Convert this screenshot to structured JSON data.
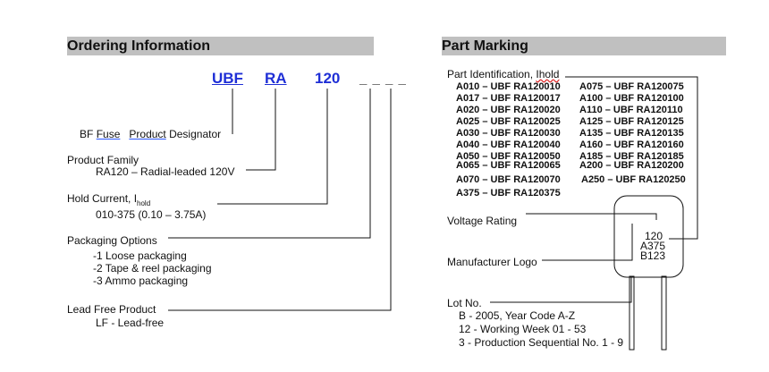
{
  "ordering": {
    "heading": "Ordering Information",
    "code_ubf": "UBF",
    "code_ra": "RA",
    "code_120": "120",
    "code_dashes": "_ _ _ _",
    "bf_fuse": "BF",
    "bf_fuse_word": "Fuse",
    "bf_product": "Product",
    "bf_designator": "Designator",
    "product_family_label": "Product Family",
    "product_family_value": "RA120 – Radial-leaded 120V",
    "hold_current_label": "Hold Current, I",
    "hold_current_sub": "hold",
    "hold_current_value": "010-375 (0.10 – 3.75A)",
    "packaging_label": "Packaging Options",
    "packaging_options": [
      "-1 Loose packaging",
      "-2 Tape & reel packaging",
      "-3 Ammo packaging"
    ],
    "lead_free_label": "Lead Free Product",
    "lead_free_value": "LF - Lead-free"
  },
  "marking": {
    "heading": "Part Marking",
    "part_id_label_prefix": "Part Identification, ",
    "part_id_label_ihold": "Ihold",
    "part_ids": [
      [
        "A010 – UBF RA120010",
        "A075 – UBF RA120075"
      ],
      [
        "A017 – UBF RA120017",
        "A100 – UBF RA120100"
      ],
      [
        "A020 – UBF RA120020",
        "A110 – UBF RA120110"
      ],
      [
        "A025 – UBF RA120025",
        "A125 – UBF RA120125"
      ],
      [
        "A030 – UBF RA120030",
        "A135 – UBF RA120135"
      ],
      [
        "A040 – UBF RA120040",
        "A160 – UBF RA120160"
      ],
      [
        "A050 – UBF RA120050",
        "A185 – UBF RA120185"
      ],
      [
        "A065 – UBF RA120065",
        "A200 – UBF RA120200"
      ],
      [
        "A070 – UBF RA120070",
        "A250 – UBF RA120250"
      ],
      [
        "A375 – UBF RA120375",
        ""
      ]
    ],
    "voltage_rating_label": "Voltage Rating",
    "manufacturer_logo_label": "Manufacturer Logo",
    "device_line1": "120",
    "device_line2": "A375",
    "device_line3": "B123",
    "lot_label": "Lot No.",
    "lot_lines": [
      "B - 2005, Year Code A-Z",
      "12 - Working Week 01 - 53",
      "3 - Production Sequential No. 1 - 9"
    ]
  }
}
